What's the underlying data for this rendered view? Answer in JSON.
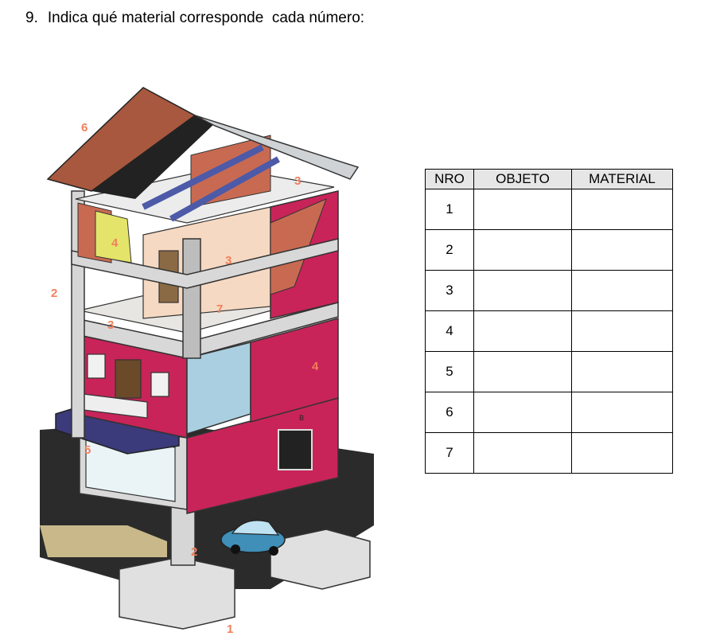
{
  "question": {
    "number": "9.",
    "text": "Indica qué material corresponde  cada número:"
  },
  "table": {
    "headers": [
      "NRO",
      "OBJETO",
      "MATERIAL"
    ],
    "rows": [
      {
        "nro": "1",
        "objeto": "",
        "material": ""
      },
      {
        "nro": "2",
        "objeto": "",
        "material": ""
      },
      {
        "nro": "3",
        "objeto": "",
        "material": ""
      },
      {
        "nro": "4",
        "objeto": "",
        "material": ""
      },
      {
        "nro": "5",
        "objeto": "",
        "material": ""
      },
      {
        "nro": "6",
        "objeto": "",
        "material": ""
      },
      {
        "nro": "7",
        "objeto": "",
        "material": ""
      }
    ]
  },
  "illustration": {
    "callouts": [
      "6",
      "3",
      "4",
      "3",
      "2",
      "7",
      "3",
      "4",
      "5",
      "2",
      "1"
    ],
    "sign_letter": "B",
    "colors": {
      "callout": "#f07f5b",
      "roof_tiles": "#a8583e",
      "facade": "#c8245a",
      "stone": "#cfd3d6",
      "brick": "#c86a52",
      "tile_floor": "#e8e6e2",
      "car": "#3f8fb8",
      "awning": "#3b3a7a"
    }
  }
}
